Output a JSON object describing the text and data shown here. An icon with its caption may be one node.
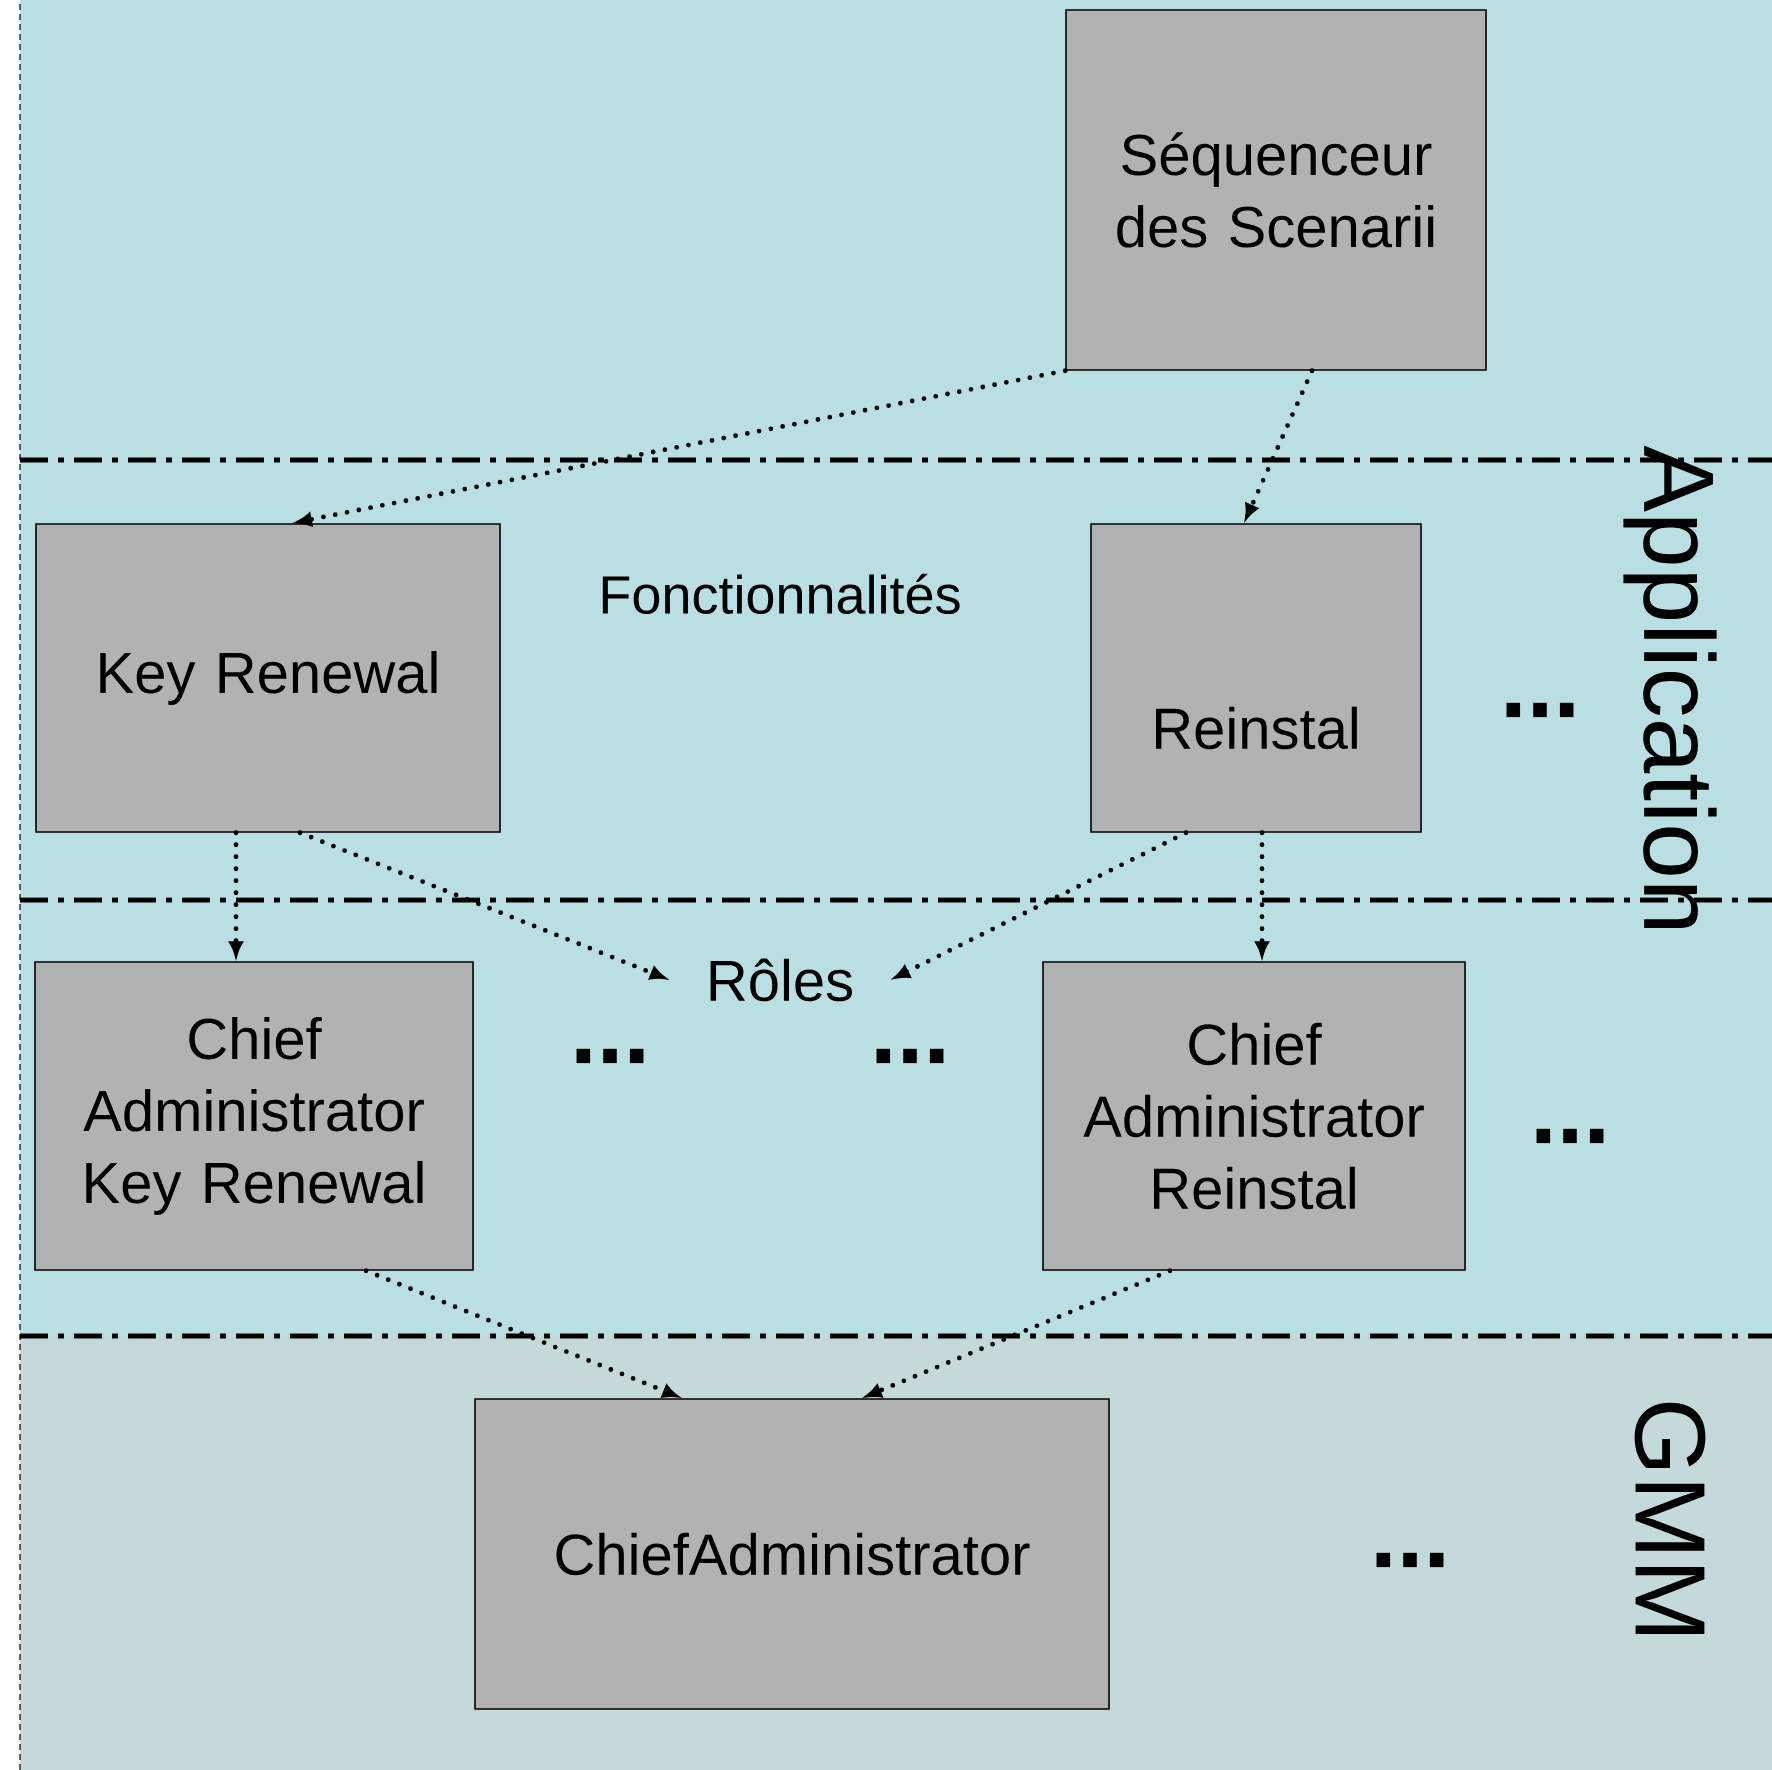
{
  "diagram": {
    "nodes": [
      {
        "text": [
          "Séquenceur des Scenarii"
        ]
      },
      {
        "text": [
          "Key Renewal"
        ]
      },
      {
        "text": [
          "Reinstal"
        ]
      },
      {
        "text": [
          "Rôles"
        ]
      },
      {
        "text": [
          "Chief Administrator Key Renewal"
        ]
      },
      {
        "text": [
          "Chief Administrator Reinstal"
        ]
      },
      {
        "text": [
          "ChiefAdministrator"
        ]
      }
    ],
    "edges": [
      {
        "from": 0,
        "to": 1,
        "arrow": "to"
      },
      {
        "from": 0,
        "to": 2,
        "arrow": "to"
      },
      {
        "from": 1,
        "to": 4,
        "arrow": "to"
      },
      {
        "from": 1,
        "to": 3,
        "arrow": "to"
      },
      {
        "from": 2,
        "to": 3,
        "arrow": "to"
      },
      {
        "from": 2,
        "to": 5,
        "arrow": "to"
      },
      {
        "from": 4,
        "to": 6,
        "arrow": "to"
      },
      {
        "from": 5,
        "to": 6,
        "arrow": "to"
      }
    ],
    "labels": [
      "Application",
      "Fonctionnalités",
      "...",
      "...",
      "...",
      "...",
      "GMM",
      "..."
    ]
  }
}
